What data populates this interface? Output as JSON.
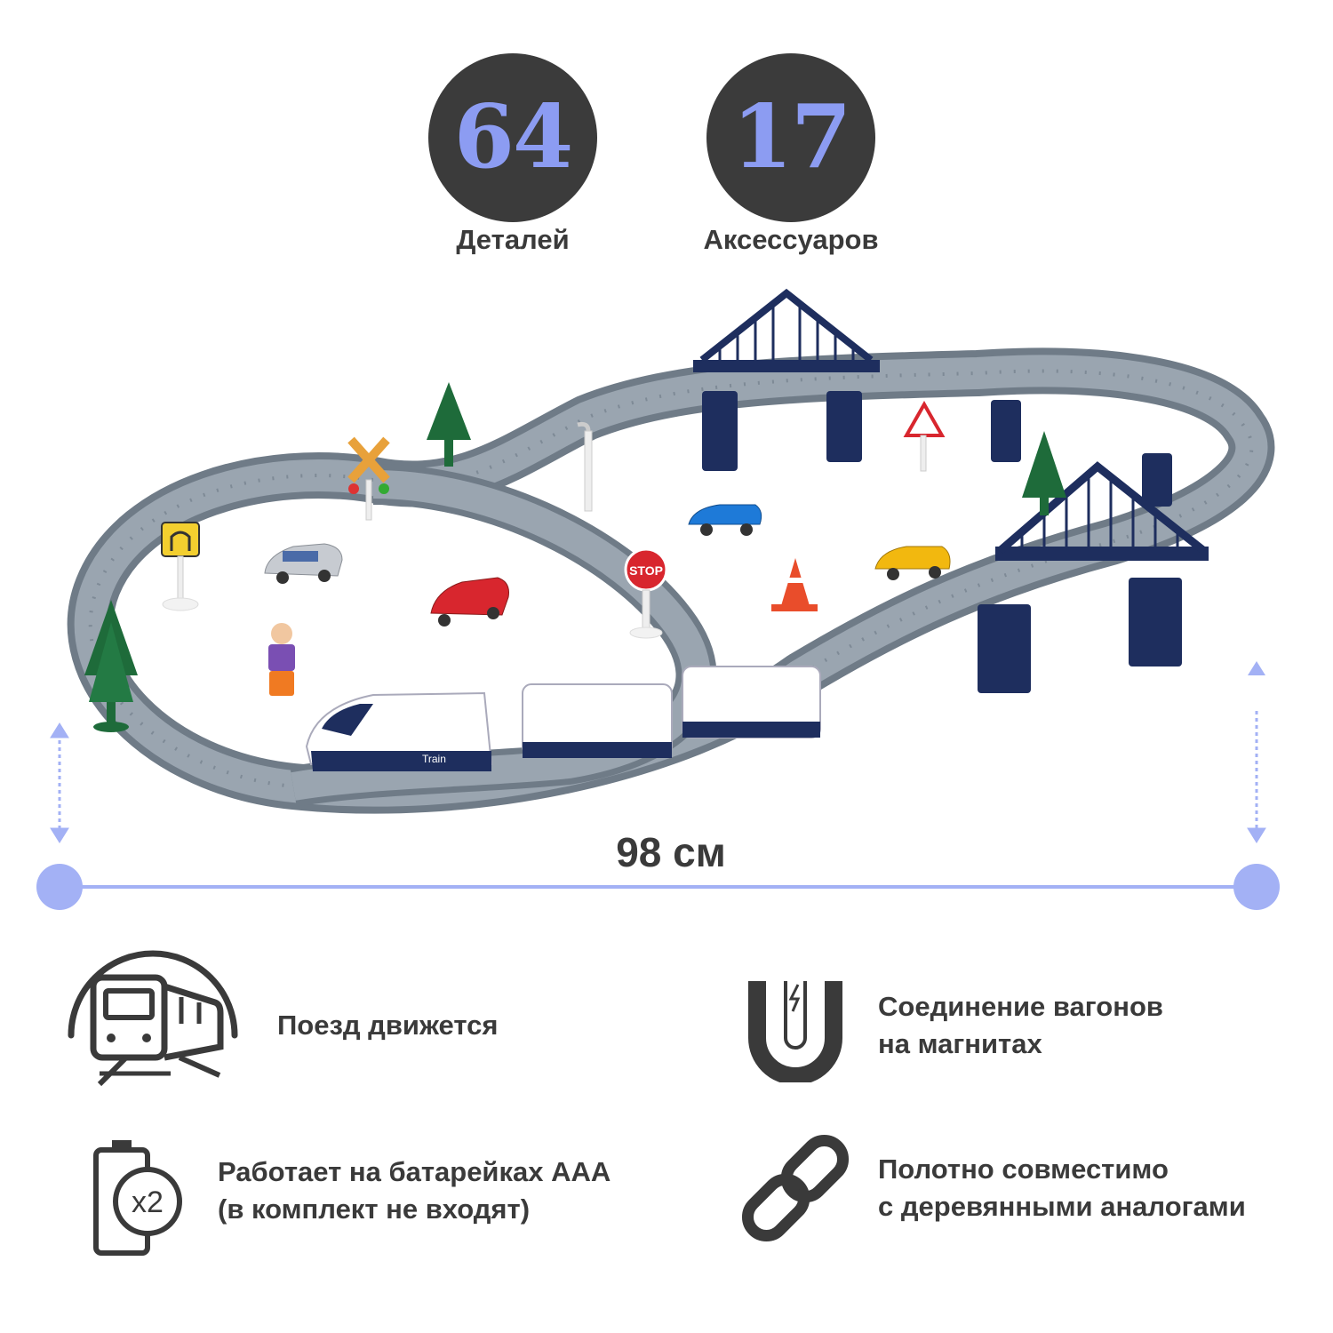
{
  "stats": [
    {
      "number": "64",
      "label": "Деталей"
    },
    {
      "number": "17",
      "label": "Аксессуаров"
    }
  ],
  "dimension": {
    "label": "98 см"
  },
  "features": [
    {
      "icon": "train-tunnel-icon",
      "lines": [
        "Поезд движется"
      ]
    },
    {
      "icon": "magnet-icon",
      "lines": [
        "Соединение вагонов",
        "на магнитах"
      ]
    },
    {
      "icon": "battery-x2-icon",
      "lines": [
        "Работает на батарейках AAA",
        "(в комплект не входят)"
      ],
      "badge": "x2"
    },
    {
      "icon": "chain-link-icon",
      "lines": [
        "Полотно совместимо",
        "с деревянными аналогами"
      ]
    }
  ],
  "product": {
    "stop_sign": "STOP",
    "train_label": "Train"
  },
  "colors": {
    "circle_bg": "#3b3b3b",
    "accent_number": "#8c9cf2",
    "dimension_line": "#a3b1f5",
    "text": "#3a3a3a",
    "track": "#7e8a96",
    "bridge": "#1e2e5e"
  }
}
